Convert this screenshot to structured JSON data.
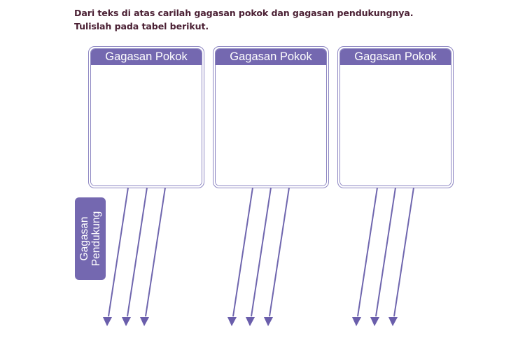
{
  "instructions": {
    "line1": "Dari teks di atas carilah gagasan pokok dan gagasan pendukungnya.",
    "line2": "Tulislah pada tabel berikut."
  },
  "boxes": [
    {
      "header": "Gagasan Pokok",
      "content": ""
    },
    {
      "header": "Gagasan Pokok",
      "content": ""
    },
    {
      "header": "Gagasan Pokok",
      "content": ""
    }
  ],
  "side_label": {
    "line1": "Gagasan",
    "line2": "Pendukung"
  },
  "arrows_per_box": 3,
  "colors": {
    "accent_purple": "#7468b0",
    "border_purple": "#8d86c2",
    "text_dark": "#4a1f33"
  }
}
